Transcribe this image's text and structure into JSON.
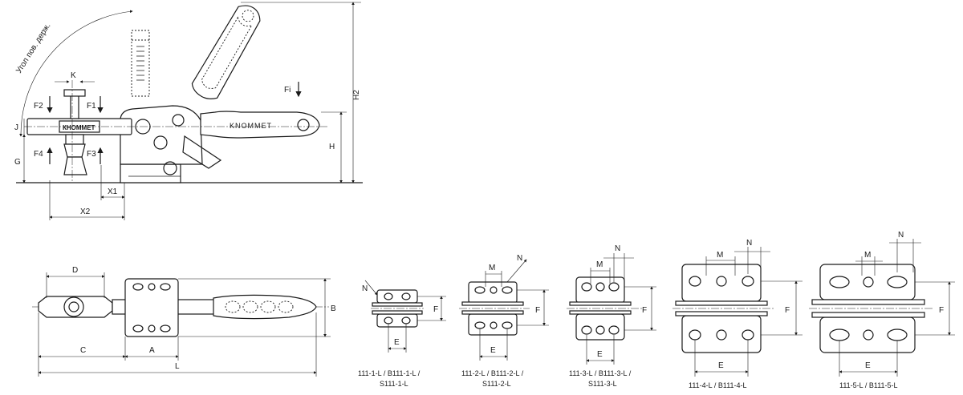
{
  "side_view": {
    "angle_label": "Угол пов. держ.",
    "brand_label": "КНОММЕТ",
    "grip_text": "KNOMMET",
    "dims": {
      "K": "K",
      "J": "J",
      "G": "G",
      "H": "H",
      "H2": "H2",
      "X1": "X1",
      "X2": "X2"
    },
    "forces": {
      "F1": "F1",
      "F2": "F2",
      "F3": "F3",
      "F4": "F4",
      "Fi": "Fi"
    }
  },
  "top_view": {
    "dims": {
      "D": "D",
      "C": "C",
      "A": "A",
      "L": "L",
      "B": "B"
    }
  },
  "base_plates": [
    {
      "model_line1": "111-1-L / B111-1-L /",
      "model_line2": "S111-1-L",
      "dims": [
        "N",
        "F",
        "E"
      ]
    },
    {
      "model_line1": "111-2-L / B111-2-L /",
      "model_line2": "S111-2-L",
      "dims": [
        "M",
        "N",
        "F",
        "E"
      ]
    },
    {
      "model_line1": "111-3-L / B111-3-L /",
      "model_line2": "S111-3-L",
      "dims": [
        "N",
        "M",
        "F",
        "E"
      ]
    },
    {
      "model_line1": "111-4-L / B111-4-L",
      "model_line2": "",
      "dims": [
        "N",
        "M",
        "F",
        "E"
      ]
    },
    {
      "model_line1": "111-5-L / B111-5-L",
      "model_line2": "",
      "dims": [
        "N",
        "M",
        "F",
        "E"
      ]
    }
  ]
}
